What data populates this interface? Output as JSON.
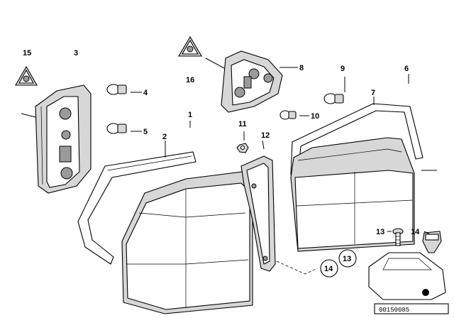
{
  "labels": {
    "l1": "1",
    "l2": "2",
    "l3": "3",
    "l4": "4",
    "l5": "5",
    "l6": "6",
    "l7": "7",
    "l8": "8",
    "l9": "9",
    "l10": "10",
    "l11": "11",
    "l12": "12",
    "l13": "13",
    "l14": "14",
    "l15": "15",
    "l16": "16",
    "c13": "13",
    "c14": "14"
  },
  "image_ref": "00150085"
}
